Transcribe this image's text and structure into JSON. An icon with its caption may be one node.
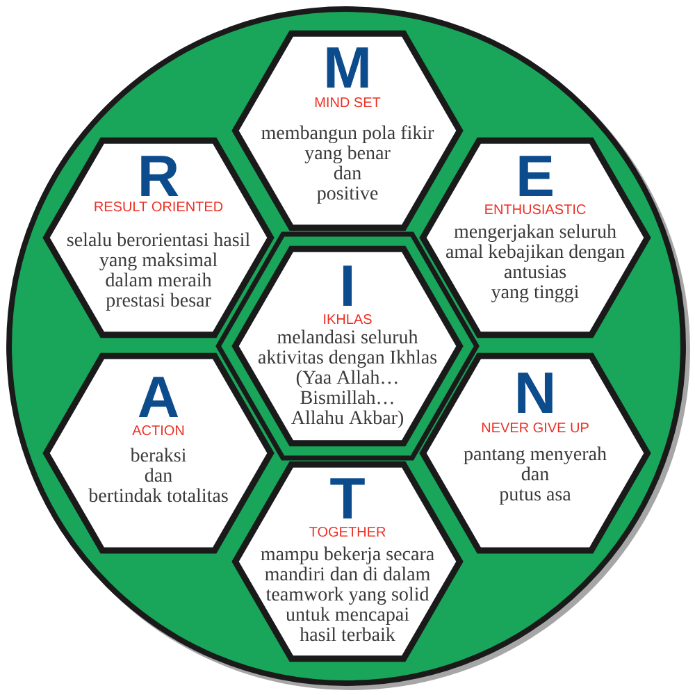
{
  "diagram": {
    "nodes": [
      {
        "text": [],
        "shape": "circle"
      },
      {
        "text": [
          "M",
          "MIND SET",
          "membangun pola fikir yang benar dan positive"
        ],
        "in": 0
      },
      {
        "text": [
          "R",
          "RESULT ORIENTED",
          "selalu berorientasi hasil yang maksimal dalam meraih prestasi besar"
        ],
        "in": 0
      },
      {
        "text": [
          "E",
          "ENTHUSIASTIC",
          "mengerjakan seluruh amal kebajikan dengan antusias yang tinggi"
        ],
        "in": 0
      },
      {
        "text": [
          "I",
          "IKHLAS",
          "melandasi seluruh aktivitas dengan Ikhlas (Yaa Allah… Bismillah… Allahu Akbar)"
        ],
        "in": 0
      },
      {
        "text": [
          "A",
          "ACTION",
          "beraksi dan bertindak totalitas"
        ],
        "in": 0
      },
      {
        "text": [
          "N",
          "NEVER GIVE UP",
          "pantang menyerah dan putus asa"
        ],
        "in": 0
      },
      {
        "text": [
          "T",
          "TOGETHER",
          "mampu bekerja secara mandiri dan di dalam teamwork yang solid untuk mencapai hasil terbaik"
        ],
        "in": 0
      }
    ]
  }
}
